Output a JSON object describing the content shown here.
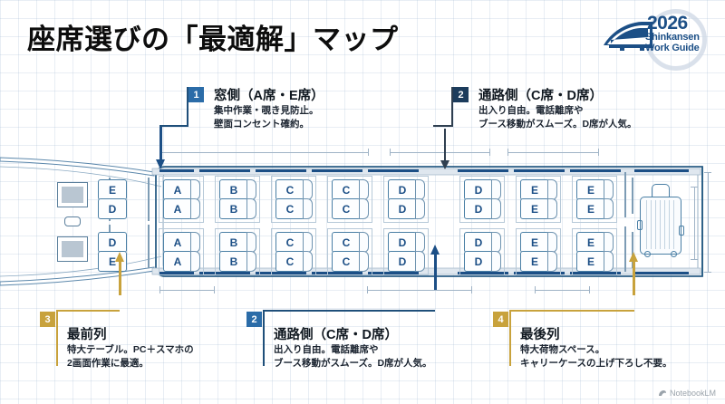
{
  "page": {
    "title": "座席選びの「最適解」マップ",
    "watermark": "NotebookLM"
  },
  "logo": {
    "year": "2026",
    "line1": "Shinkansen",
    "line2": "Work Guide",
    "icon": "bullet-train-icon"
  },
  "callouts": [
    {
      "number": "1",
      "heading": "窓側（A席・E席）",
      "line1": "集中作業・覗き見防止。",
      "line2": "壁面コンセント確約。",
      "badge_color": "#2b6ca8",
      "position": "top-left"
    },
    {
      "number": "2",
      "heading": "通路側（C席・D席）",
      "line1": "出入り自由。電話離席や",
      "line2": "ブース移動がスムーズ。D席が人気。",
      "badge_color": "#1c3c5c",
      "position": "top-right"
    },
    {
      "number": "3",
      "heading": "最前列",
      "line1": "特大テーブル。PC＋スマホの",
      "line2": "2画面作業に最適。",
      "badge_color": "#c8a23c",
      "position": "bottom-left"
    },
    {
      "number": "2",
      "heading": "通路側（C席・D席）",
      "line1": "出入り自由。電話離席や",
      "line2": "ブース移動がスムーズ。D席が人気。",
      "badge_color": "#2b6ca8",
      "position": "bottom-center"
    },
    {
      "number": "4",
      "heading": "最後列",
      "line1": "特大荷物スペース。",
      "line2": "キャリーケースの上げ下ろし不要。",
      "badge_color": "#c8a23c",
      "position": "bottom-right"
    }
  ],
  "cabin": {
    "front_block_upper": [
      "E",
      "D"
    ],
    "front_block_lower": [
      "D",
      "E"
    ],
    "upper_row": [
      "A",
      "B",
      "C",
      "C",
      "D",
      "D",
      "E",
      "E"
    ],
    "lower_row": [
      "A",
      "B",
      "C",
      "C",
      "D",
      "D",
      "E",
      "E"
    ],
    "luggage_icon": "suitcase-icon",
    "cockpit_icon": "driver-seat-icon",
    "lavatory_icon": "lavatory-icon"
  },
  "colors": {
    "accent_blue": "#1c4f86",
    "seat_blue": "#4a7fa5",
    "gold": "#c8a23c",
    "navy": "#1c3c5c",
    "grid": "#96afcd"
  }
}
